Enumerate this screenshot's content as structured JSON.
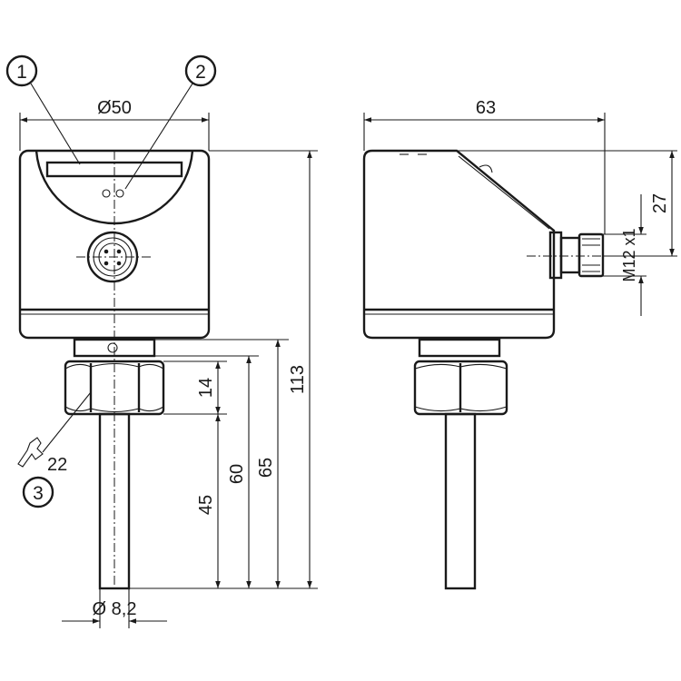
{
  "drawing": {
    "front_view": {
      "callouts": {
        "c1": "1",
        "c2": "2",
        "c3": "3"
      },
      "dimensions": {
        "housing_diameter": "Ø50",
        "height_total": "113",
        "length_65": "65",
        "length_60": "60",
        "length_45": "45",
        "hex_height": "14",
        "probe_diameter": "Ø 8,2",
        "wrench_size": "22"
      }
    },
    "side_view": {
      "dimensions": {
        "depth": "63",
        "connector_offset": "27",
        "connector_thread": "M12 x1"
      }
    },
    "colors": {
      "line": "#1a1a1a",
      "background": "#ffffff"
    }
  }
}
